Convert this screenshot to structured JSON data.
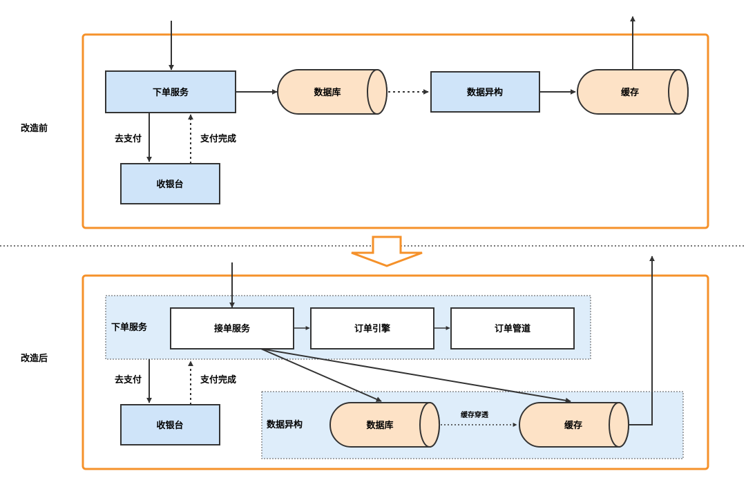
{
  "before": {
    "section_label": "改造前",
    "order_service": "下单服务",
    "database": "数据库",
    "data_heterogeneity": "数据异构",
    "cache": "缓存",
    "to_pay": "去支付",
    "pay_done": "支付完成",
    "cashier": "收银台"
  },
  "after": {
    "section_label": "改造后",
    "order_service_group": "下单服务",
    "receive_order": "接单服务",
    "order_engine": "订单引擎",
    "order_pipeline": "订单管道",
    "data_heterogeneity_group": "数据异构",
    "database": "数据库",
    "cache": "缓存",
    "cache_penetration": "缓存穿透",
    "to_pay": "去支付",
    "pay_done": "支付完成",
    "cashier": "收银台"
  },
  "colors": {
    "frame": "#f5912a",
    "service_fill": "#cfe4f9",
    "db_fill": "#fde2c6",
    "group_fill": "#deedfa",
    "stroke": "#333333",
    "transition_arrow": "#f5912a"
  }
}
